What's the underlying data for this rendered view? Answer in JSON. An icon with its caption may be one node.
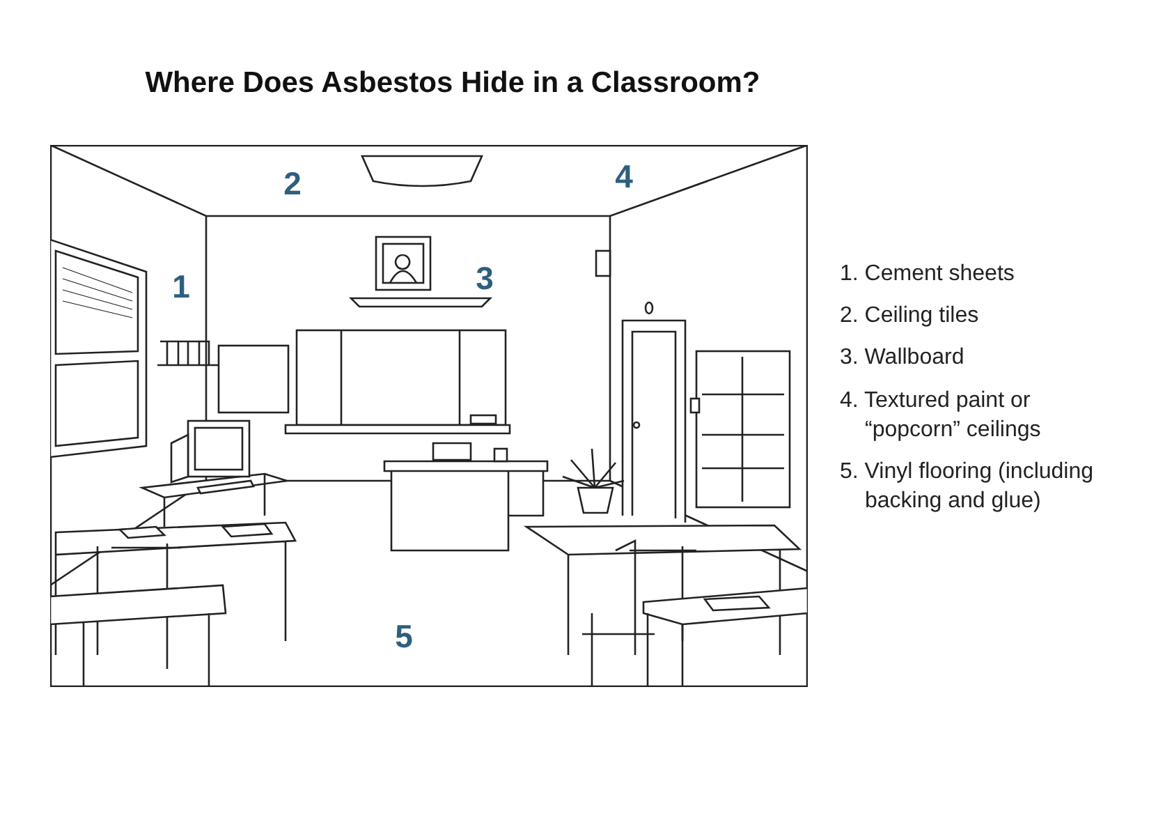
{
  "diagram": {
    "title": "Where Does Asbestos Hide in a Classroom?",
    "labels": [
      "2",
      "4",
      "1",
      "3",
      "5",
      "1. Cement sheets",
      "2. Ceiling tiles",
      "3. Wallboard",
      "4. Textured paint or “popcorn” ceilings",
      "5. Vinyl flooring (including backing and glue)"
    ]
  }
}
